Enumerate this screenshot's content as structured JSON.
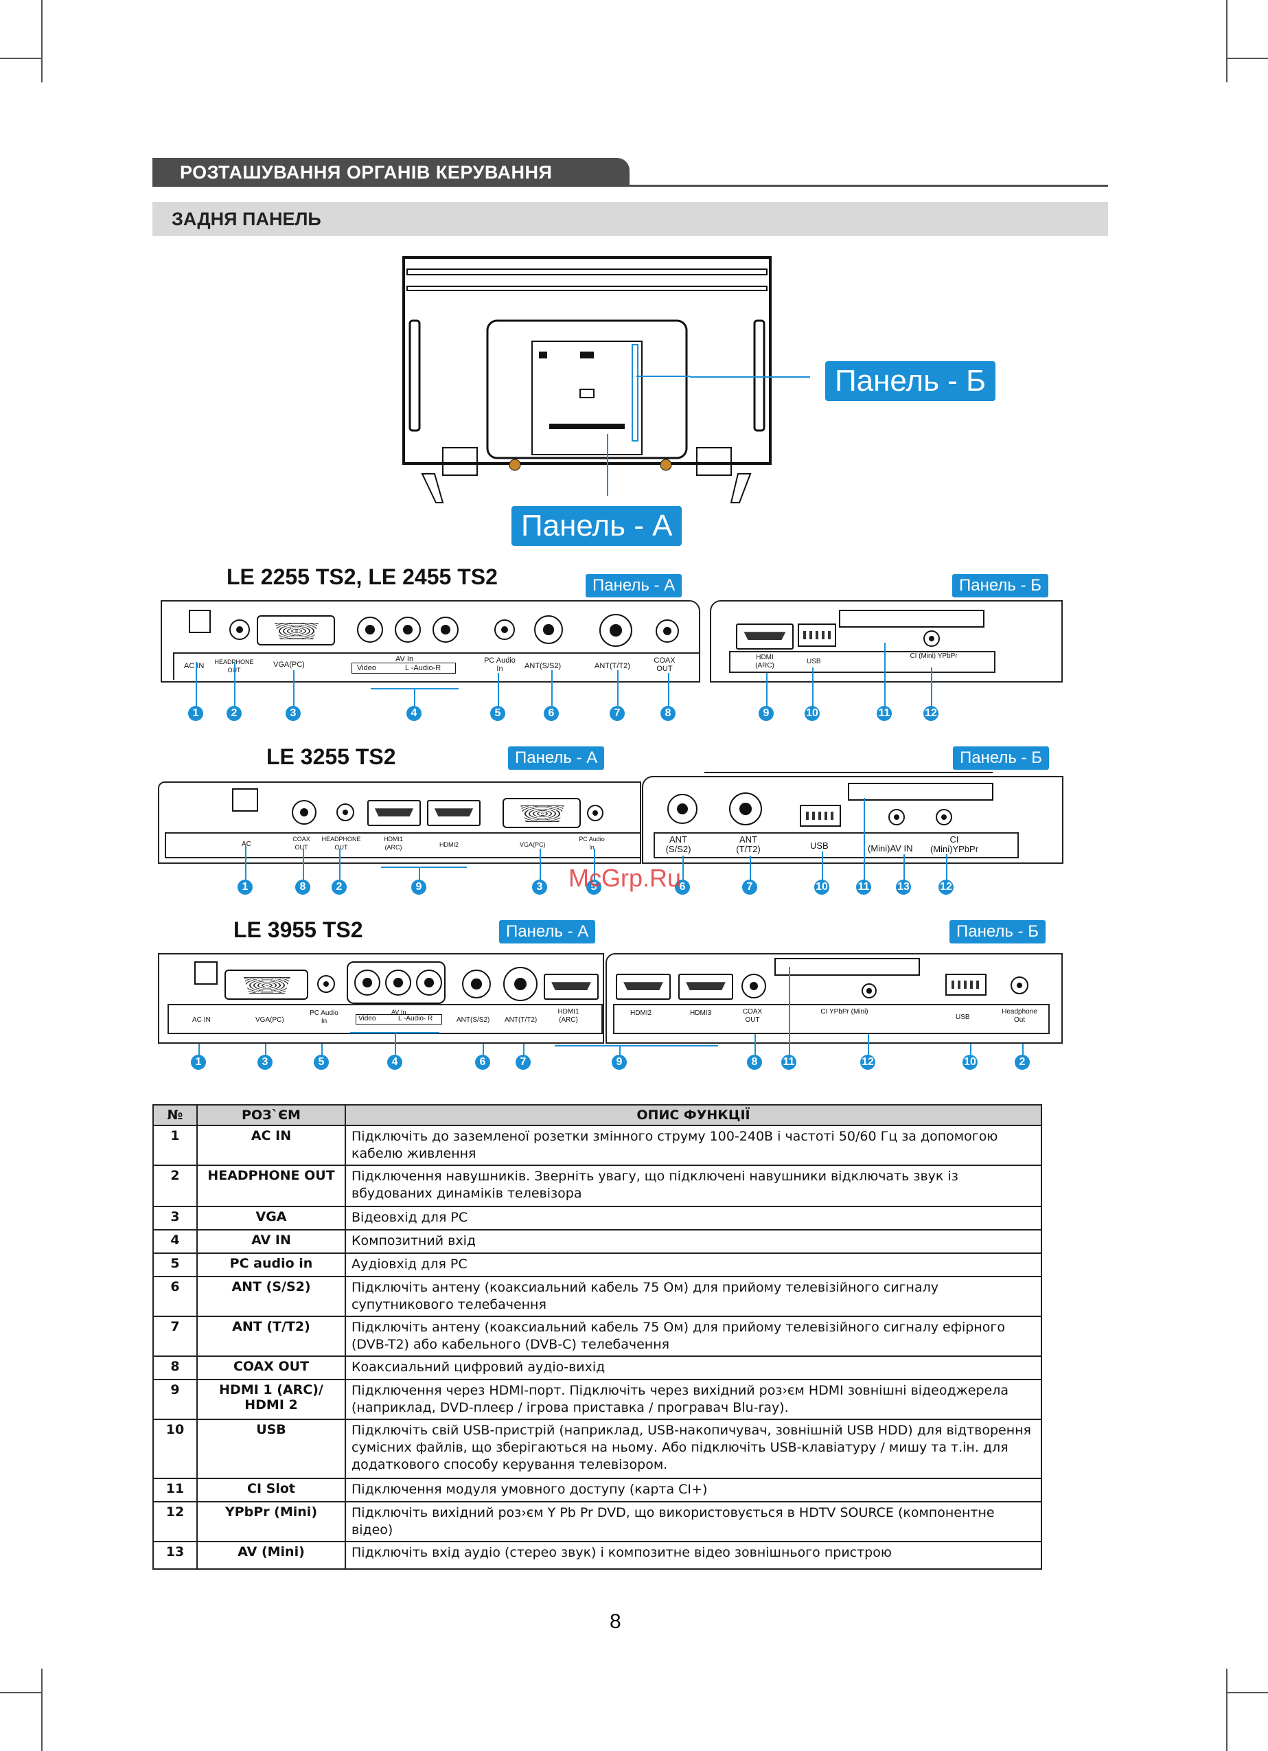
{
  "header": {
    "section_title": "РОЗТАШУВАННЯ ОРГАНІВ КЕРУВАННЯ",
    "subsection_title": "ЗАДНЯ ПАНЕЛЬ"
  },
  "callouts": {
    "panel_a": "Панель - А",
    "panel_b": "Панель - Б"
  },
  "models": [
    {
      "name": "LE 2255 TS2, LE 2455 TS2",
      "panel_a_tag": "Панель - А",
      "panel_b_tag": "Панель - Б",
      "panel_a_labels": [
        "AC IN",
        "HEADPHONE OUT",
        "VGA(PC)",
        "AV In",
        "Video",
        "L -Audio-R",
        "PC Audio In",
        "ANT(S/S2)",
        "ANT(T/T2)",
        "COAX OUT"
      ],
      "panel_b_labels": [
        "HDMI (ARC)",
        "USB",
        "CI (Mini) YPbPr"
      ],
      "numbers": [
        "1",
        "2",
        "3",
        "4",
        "5",
        "6",
        "7",
        "8",
        "9",
        "10",
        "11",
        "12"
      ]
    },
    {
      "name": "LE 3255 TS2",
      "panel_a_tag": "Панель - А",
      "panel_b_tag": "Панель - Б",
      "panel_a_labels": [
        "AC",
        "COAX OUT",
        "HEADPHONE OUT",
        "HDMI1 (ARC)",
        "HDMI2",
        "VGA(PC)",
        "PC Audio In"
      ],
      "panel_b_labels": [
        "ANT (S/S2)",
        "ANT (T/T2)",
        "USB",
        "(Mini)AV IN",
        "CI (Mini)YPbPr"
      ],
      "numbers": [
        "1",
        "8",
        "2",
        "9",
        "3",
        "5",
        "6",
        "7",
        "10",
        "11",
        "13",
        "12"
      ]
    },
    {
      "name": "LE 3955 TS2",
      "panel_a_tag": "Панель - А",
      "panel_b_tag": "Панель - Б",
      "panel_a_labels": [
        "AC IN",
        "VGA(PC)",
        "PC Audio In",
        "AV In",
        "Video",
        "L -Audio- R",
        "ANT(S/S2)",
        "ANT(T/T2)",
        "HDMI1 (ARC)"
      ],
      "panel_b_labels": [
        "HDMI2",
        "HDMI3",
        "COAX OUT",
        "CI YPbPr (Mini)",
        "USB",
        "Headphone Out"
      ],
      "numbers": [
        "1",
        "3",
        "5",
        "4",
        "6",
        "7",
        "9",
        "8",
        "11",
        "12",
        "10",
        "2"
      ]
    }
  ],
  "table": {
    "headers": [
      "№",
      "РОЗ`ЄМ",
      "ОПИС ФУНКЦІЇ"
    ],
    "rows": [
      {
        "n": "1",
        "connector": "AC IN",
        "desc": "Підключіть до заземленої розетки змінного струму 100-240В і частоті 50/60 Гц за допомогою кабелю живлення"
      },
      {
        "n": "2",
        "connector": "HEADPHONE OUT",
        "desc": "Підключення навушників. Зверніть увагу, що підключені навушники відключать звук із вбудованих динаміків телевізора"
      },
      {
        "n": "3",
        "connector": "VGA",
        "desc": "Відеовхід для PC"
      },
      {
        "n": "4",
        "connector": "AV IN",
        "desc": "Композитний вхід"
      },
      {
        "n": "5",
        "connector": "PC audio in",
        "desc": "Аудіовхід для PC"
      },
      {
        "n": "6",
        "connector": "ANT (S/S2)",
        "desc": "Підключіть антену (коаксиальний кабель 75 Ом) для прийому телевізійного сигналу супутникового телебачення"
      },
      {
        "n": "7",
        "connector": "ANT (T/T2)",
        "desc": "Підключіть антену (коаксиальний кабель 75 Ом) для прийому телевізійного сигналу ефірного (DVB-T2) або кабельного (DVB-C) телебачення"
      },
      {
        "n": "8",
        "connector": "COAX OUT",
        "desc": "Коаксиальний цифровий аудіо-вихід"
      },
      {
        "n": "9",
        "connector": "HDMI 1 (ARC)/ HDMI 2",
        "desc": "Підключення через HDMI-порт. Підключіть через вихідний роз›єм HDMI зовнішні відеоджерела (наприклад, DVD-плеєр / ігрова приставка / програвач Blu-ray)."
      },
      {
        "n": "10",
        "connector": "USB",
        "desc": "Підключіть свій USB-пристрій (наприклад, USB-накопичувач, зовнішній USB HDD) для відтворення сумісних файлів, що зберігаються на ньому. Або підключіть USB-клавіатуру / мишу та т.ін. для додаткового способу керування телевізором."
      },
      {
        "n": "11",
        "connector": "CI Slot",
        "desc": "Підключення модуля умовного доступу (карта CI+)"
      },
      {
        "n": "12",
        "connector": "YPbPr (Mini)",
        "desc": "Підключіть вихідний роз›єм Y Pb Pr DVD, що використовується в HDTV SOURCE (компонентне відео)"
      },
      {
        "n": "13",
        "connector": "AV (Mini)",
        "desc": "Підключіть вхід аудіо (стерео звук) і композитне відео зовнішнього пристрою"
      }
    ]
  },
  "watermark": "McGrp.Ru",
  "page_number": "8"
}
